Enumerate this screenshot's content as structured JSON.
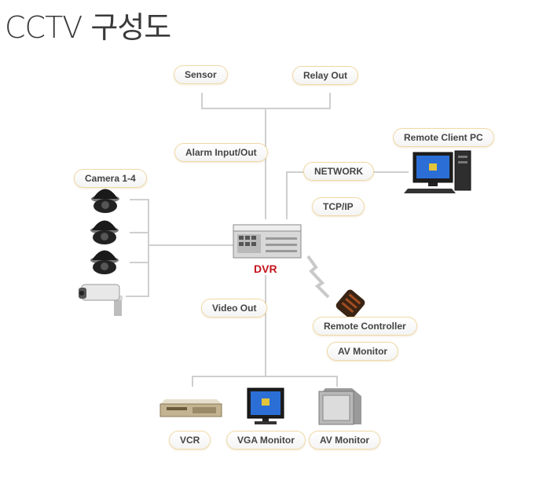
{
  "title": "CCTV 구성도",
  "center": {
    "label": "DVR",
    "label_color": "#c3141c"
  },
  "labels": {
    "sensor": "Sensor",
    "relay_out": "Relay Out",
    "alarm": "Alarm Input/Out",
    "network": "NETWORK",
    "tcpip": "TCP/IP",
    "remote_pc": "Remote Client PC",
    "camera": "Camera 1-4",
    "video_out": "Video Out",
    "remote_controller": "Remote Controller",
    "av_monitor_side": "AV Monitor",
    "vcr": "VCR",
    "vga_monitor": "VGA Monitor",
    "av_monitor_bottom": "AV Monitor"
  },
  "icons": [
    "dome-camera-icon",
    "bullet-camera-icon",
    "dvr-icon",
    "pc-icon",
    "remote-control-icon",
    "vcr-icon",
    "vga-monitor-icon",
    "av-monitor-icon",
    "wireless-signal-icon"
  ]
}
